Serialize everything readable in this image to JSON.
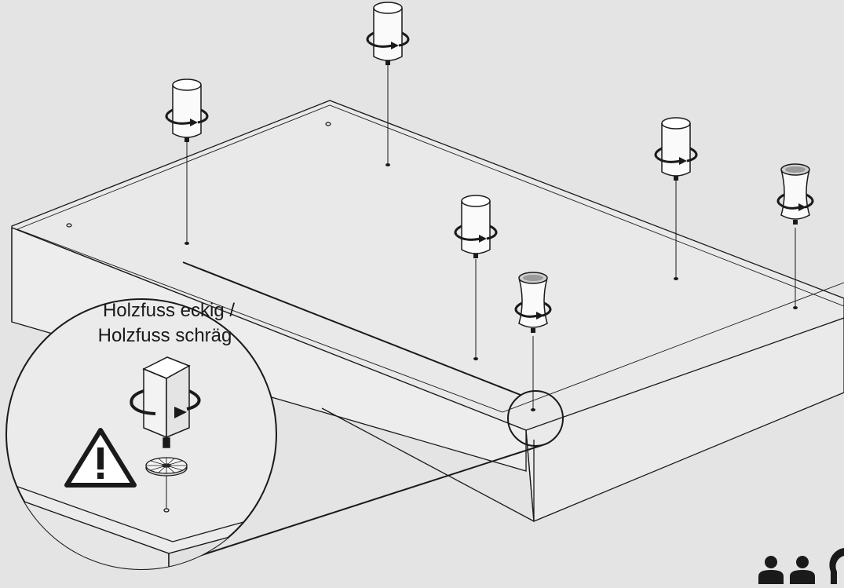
{
  "background_color": "#e4e4e4",
  "line_color": "#1a1a1a",
  "box_fill": "#eeeeee",
  "callout": {
    "label_line1": "Holzfuss eckig /",
    "label_line2": "Holzfuss schräg",
    "icons": [
      "square-wood-foot-icon",
      "rotate-arrow-icon",
      "warning-triangle-icon",
      "felt-washer-icon"
    ]
  },
  "feet": [
    {
      "type": "cylinder",
      "icon": "cylinder-foot-icon"
    },
    {
      "type": "cylinder",
      "icon": "cylinder-foot-icon"
    },
    {
      "type": "cylinder",
      "icon": "cylinder-foot-icon"
    },
    {
      "type": "cylinder",
      "icon": "cylinder-foot-icon"
    },
    {
      "type": "tapered",
      "icon": "tapered-foot-icon"
    },
    {
      "type": "tapered",
      "icon": "tapered-foot-icon"
    }
  ],
  "footer_icons": [
    "person-icon",
    "person-icon",
    "tool-icon"
  ]
}
